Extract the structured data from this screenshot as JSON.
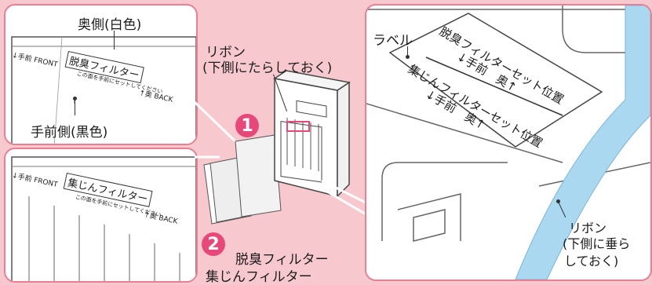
{
  "colors": {
    "background": "#f7c9cf",
    "panel_border": "#e87f93",
    "step_badge": "#e8477a",
    "ribbon": "#a9d8f0"
  },
  "deodorizing_panel": {
    "back_side_label": "奥側(白色)",
    "front_side_label": "手前側(黒色)",
    "sheet_front": "↓手前 FRONT",
    "sheet_title": "脱臭フィルター",
    "sheet_note": "この面を手前にセットしてください",
    "sheet_back": "↑奥 BACK"
  },
  "dust_panel": {
    "sheet_front": "↓手前 FRONT",
    "sheet_title": "集じんフィルター",
    "sheet_note": "この面を手前にセットしてください",
    "sheet_back": "↑奥 BACK"
  },
  "center": {
    "ribbon_label_line1": "リボン",
    "ribbon_label_line2": "(下側にたらしておく)",
    "step1": "1",
    "step2": "2",
    "deodorizing_filter_label": "脱臭フィルター",
    "dust_filter_label": "集じんフィルター"
  },
  "detail": {
    "label_callout": "ラベル",
    "plate_line1": "脱臭フィルターセット位置",
    "plate_line2": "↓手前　奥↑",
    "plate_line3": "集じんフィルターセット位置",
    "plate_line4": "↓手前　奥↑",
    "ribbon_line1": "リボン",
    "ribbon_line2": "(下側に垂ら",
    "ribbon_line3": "しておく)"
  }
}
